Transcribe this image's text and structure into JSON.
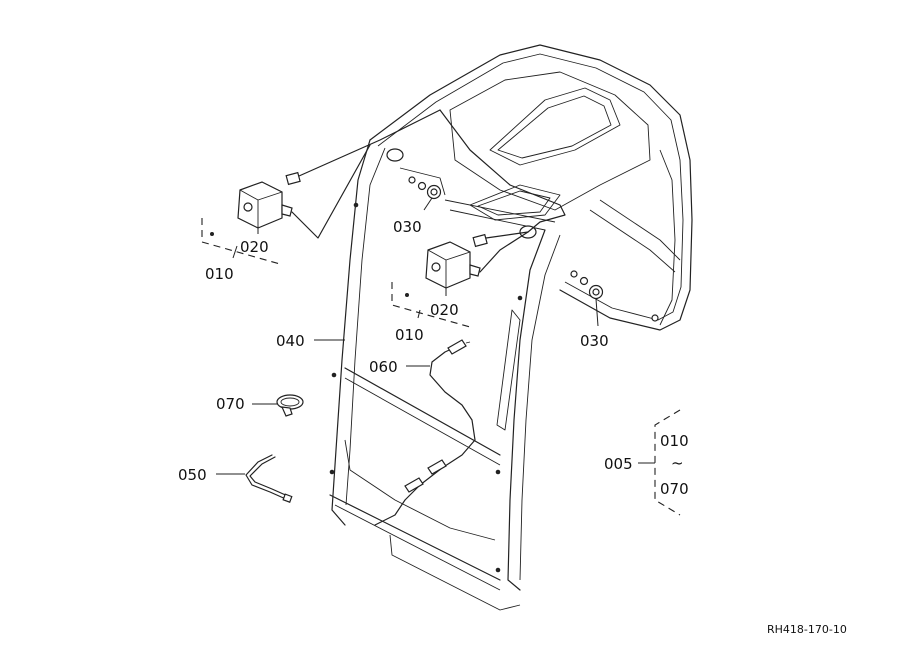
{
  "diagram": {
    "reference_code": "RH418-170-10",
    "callouts": {
      "lamp_left_assembly": "010",
      "lamp_left_bracket": "020",
      "lamp_right_assembly": "010",
      "lamp_right_bracket": "020",
      "nut_upper": "030",
      "nut_right": "030",
      "frame": "040",
      "cable_tie": "050",
      "harness": "060",
      "clamp": "070",
      "set_label": "005",
      "set_range_start": "010",
      "set_range_symbol": "~",
      "set_range_end": "070"
    }
  }
}
